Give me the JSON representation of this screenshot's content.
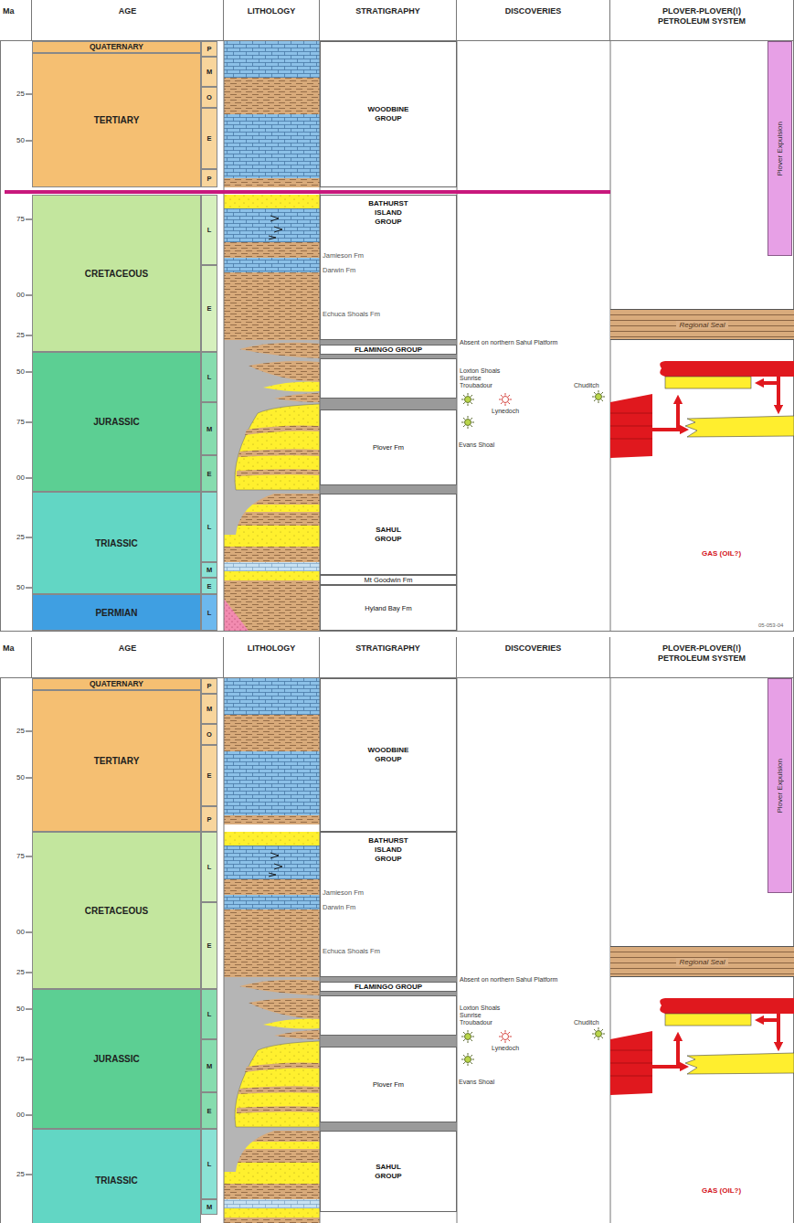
{
  "diagram": {
    "nodes": [
      {
        "text": [
          "Ma"
        ]
      },
      {
        "text": [
          "AGE"
        ]
      },
      {
        "text": [
          "LITHOLOGY"
        ]
      },
      {
        "text": [
          "STRATIGRAPHY"
        ]
      },
      {
        "text": [
          "DISCOVERIES"
        ]
      },
      {
        "text": [
          "PLOVER-PLOVER(!) PETROLEUM SYSTEM"
        ]
      },
      {
        "text": [
          "QUATERNARY"
        ]
      },
      {
        "text": [
          "TERTIARY"
        ]
      },
      {
        "text": [
          "CRETACEOUS"
        ]
      },
      {
        "text": [
          "JURASSIC"
        ]
      },
      {
        "text": [
          "TRIASSIC"
        ]
      },
      {
        "text": [
          "PERMIAN"
        ]
      },
      {
        "text": [
          "P"
        ]
      },
      {
        "text": [
          "M"
        ]
      },
      {
        "text": [
          "O"
        ]
      },
      {
        "text": [
          "E"
        ]
      },
      {
        "text": [
          "P"
        ]
      },
      {
        "text": [
          "L"
        ]
      },
      {
        "text": [
          "E"
        ]
      },
      {
        "text": [
          "L"
        ]
      },
      {
        "text": [
          "M"
        ]
      },
      {
        "text": [
          "E"
        ]
      },
      {
        "text": [
          "L"
        ]
      },
      {
        "text": [
          "M"
        ]
      },
      {
        "text": [
          "E"
        ]
      },
      {
        "text": [
          "L"
        ]
      },
      {
        "text": [
          "WOODBINE GROUP"
        ]
      },
      {
        "text": [
          "BATHURST ISLAND GROUP"
        ]
      },
      {
        "text": [
          "FLAMINGO GROUP"
        ]
      },
      {
        "text": [
          "Plover Fm"
        ]
      },
      {
        "text": [
          "SAHUL GROUP"
        ]
      },
      {
        "text": [
          "Mt Goodwin Fm"
        ]
      },
      {
        "text": [
          "Hyland Bay Fm"
        ]
      },
      {
        "text": [
          "Plover Expulsion"
        ]
      },
      {
        "text": [
          "Regional Seal"
        ]
      },
      {
        "text": [
          "Ma"
        ]
      },
      {
        "text": [
          "AGE"
        ]
      },
      {
        "text": [
          "LITHOLOGY"
        ]
      },
      {
        "text": [
          "STRATIGRAPHY"
        ]
      },
      {
        "text": [
          "DISCOVERIES"
        ]
      },
      {
        "text": [
          "PLOVER-PLOVER(!) PETROLEUM SYSTEM"
        ]
      },
      {
        "text": [
          "QUATERNARY"
        ]
      },
      {
        "text": [
          "TERTIARY"
        ]
      },
      {
        "text": [
          "CRETACEOUS"
        ]
      },
      {
        "text": [
          "JURASSIC"
        ]
      },
      {
        "text": [
          "TRIASSIC"
        ]
      },
      {
        "text": [
          "P"
        ]
      },
      {
        "text": [
          "M"
        ]
      },
      {
        "text": [
          "O"
        ]
      },
      {
        "text": [
          "E"
        ]
      },
      {
        "text": [
          "P"
        ]
      },
      {
        "text": [
          "L"
        ]
      },
      {
        "text": [
          "E"
        ]
      },
      {
        "text": [
          "L"
        ]
      },
      {
        "text": [
          "M"
        ]
      },
      {
        "text": [
          "E"
        ]
      },
      {
        "text": [
          "L"
        ]
      },
      {
        "text": [
          "M"
        ]
      },
      {
        "text": [
          "WOODBINE GROUP"
        ]
      },
      {
        "text": [
          "BATHURST ISLAND GROUP"
        ]
      },
      {
        "text": [
          "FLAMINGO GROUP"
        ]
      },
      {
        "text": [
          "Plover Fm"
        ]
      },
      {
        "text": [
          "SAHUL GROUP"
        ]
      },
      {
        "text": [
          "Plover Expulsion"
        ]
      },
      {
        "text": [
          "Regional Seal"
        ]
      }
    ],
    "labels": [
      "25",
      "50",
      "75",
      "00",
      "25",
      "50",
      "75",
      "00",
      "25",
      "50",
      "Jamieson Fm",
      "Darwin Fm",
      "Echuca Shoals Fm",
      "Absent on northern Sahul Platform",
      "Loxton Shoals",
      "Sunrise",
      "Troubadour",
      "Chuditch",
      "Lynedoch",
      "Evans Shoal",
      "GAS (OIL?)",
      "05-053-04",
      "25",
      "50",
      "75",
      "00",
      "25",
      "50",
      "75",
      "00",
      "25",
      "Jamieson Fm",
      "Darwin Fm",
      "Echuca Shoals Fm",
      "Absent on northern Sahul Platform",
      "Loxton Shoals",
      "Sunrise",
      "Troubadour",
      "Chuditch",
      "Lynedoch",
      "Evans Shoal",
      "GAS (OIL?)"
    ]
  }
}
